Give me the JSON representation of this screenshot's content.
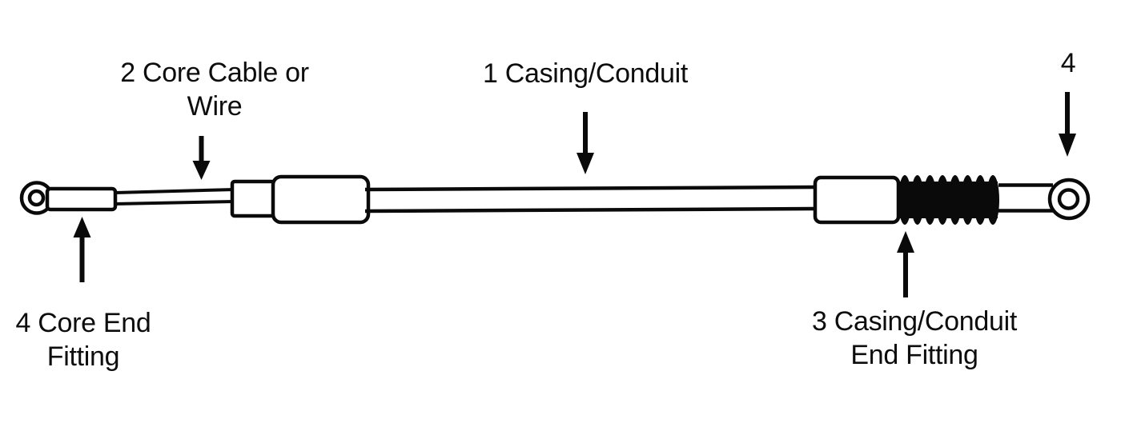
{
  "diagram": {
    "background_color": "#ffffff",
    "ink_color": "#0a0a0a",
    "labels": {
      "core_cable": "2 Core Cable or\nWire",
      "casing_conduit": "1 Casing/Conduit",
      "number_four": "4",
      "core_end_fitting": "4 Core End\nFitting",
      "casing_end_fitting": "3 Casing/Conduit\nEnd Fitting"
    },
    "parts": [
      {
        "number": "1",
        "name": "Casing/Conduit"
      },
      {
        "number": "2",
        "name": "Core Cable or Wire"
      },
      {
        "number": "3",
        "name": "Casing/Conduit End Fitting"
      },
      {
        "number": "4",
        "name": "Core End Fitting"
      }
    ]
  }
}
